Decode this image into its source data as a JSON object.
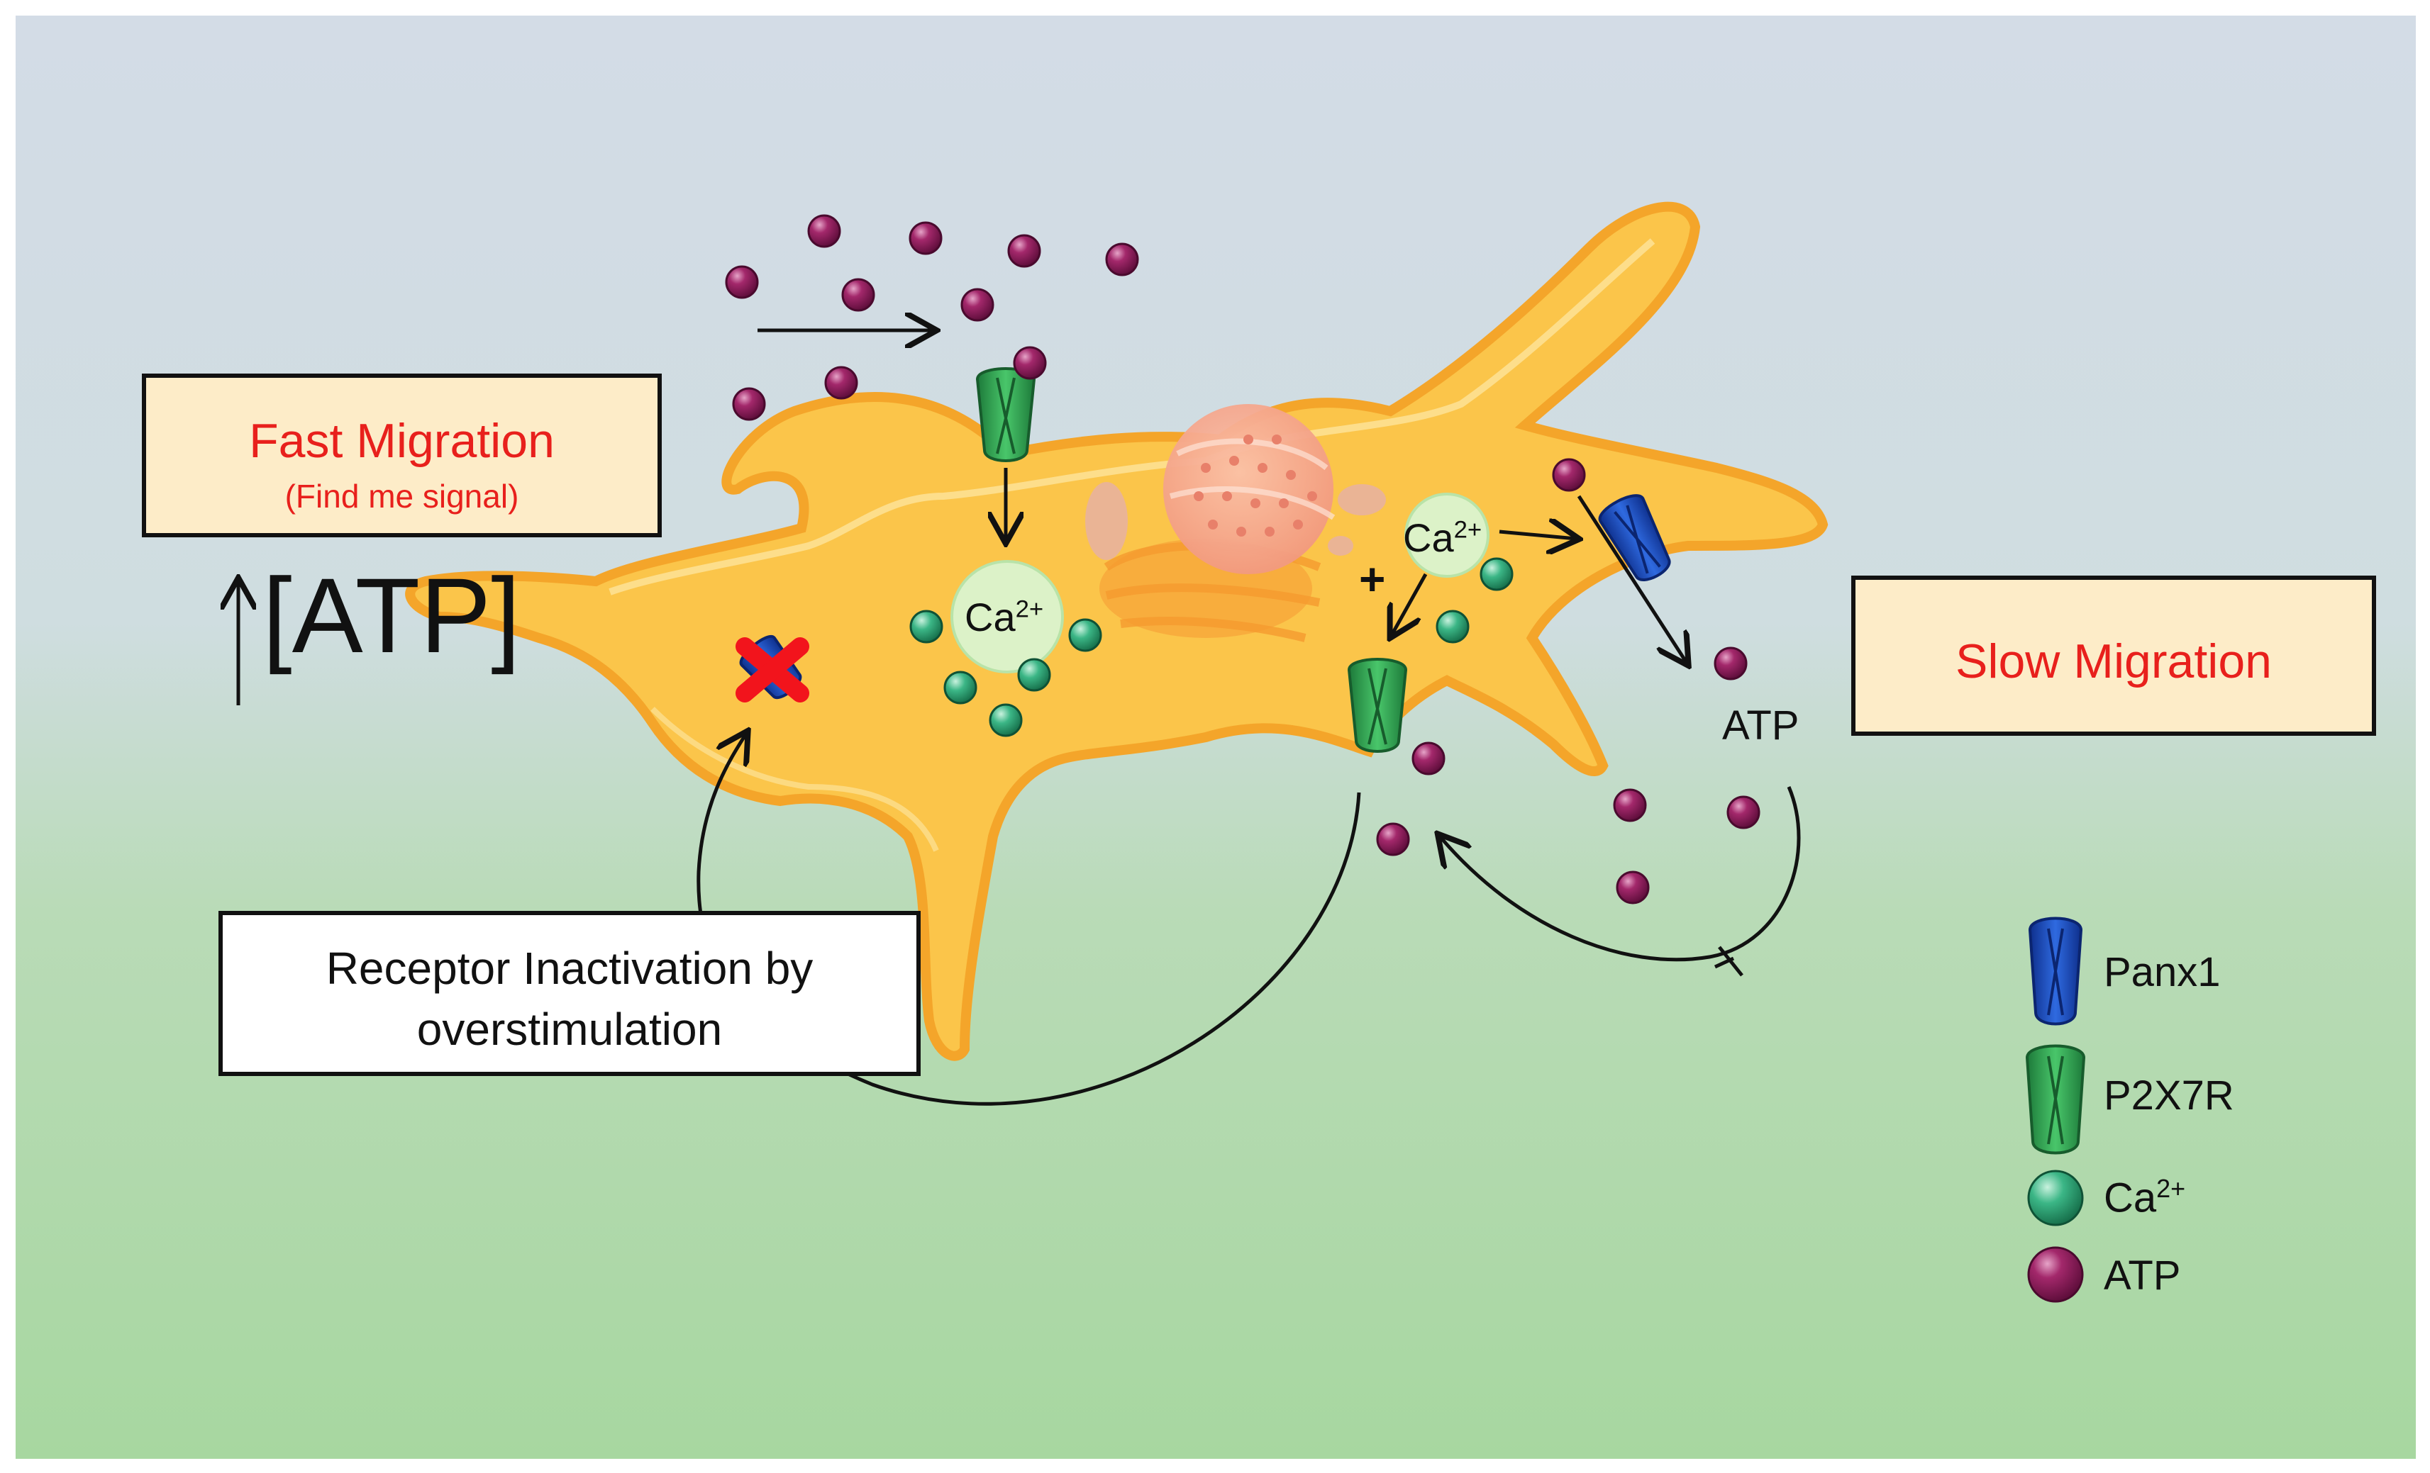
{
  "boxes": {
    "fast_title": "Fast Migration",
    "fast_subtitle": "(Find me signal)",
    "slow_title": "Slow Migration",
    "receptor_line1": "Receptor Inactivation by",
    "receptor_line2": "overstimulation"
  },
  "labels": {
    "atp_concentration": "[ATP]",
    "atp": "ATP",
    "ca_base": "Ca",
    "ca_charge": "2+",
    "plus": "+"
  },
  "legend": [
    {
      "label": "Panx1",
      "icon": "panx1-channel-icon"
    },
    {
      "label": "P2X7R",
      "icon": "p2x7r-channel-icon"
    },
    {
      "label": "Ca",
      "superscript": "2+",
      "icon": "calcium-ion-icon"
    },
    {
      "label": "ATP",
      "icon": "atp-molecule-icon"
    }
  ],
  "colors": {
    "background_top": "#d3dce6",
    "background_bottom": "#a9d8a3",
    "cell_fill": "#fbc54a",
    "cell_outline": "#f4a52a",
    "panx1": "#1c55c8",
    "p2x7r": "#2fa84f",
    "calcium": "#2ea876",
    "atp": "#8e1a5a",
    "label_red": "#e8201c",
    "box_fill": "#fdecc8"
  }
}
